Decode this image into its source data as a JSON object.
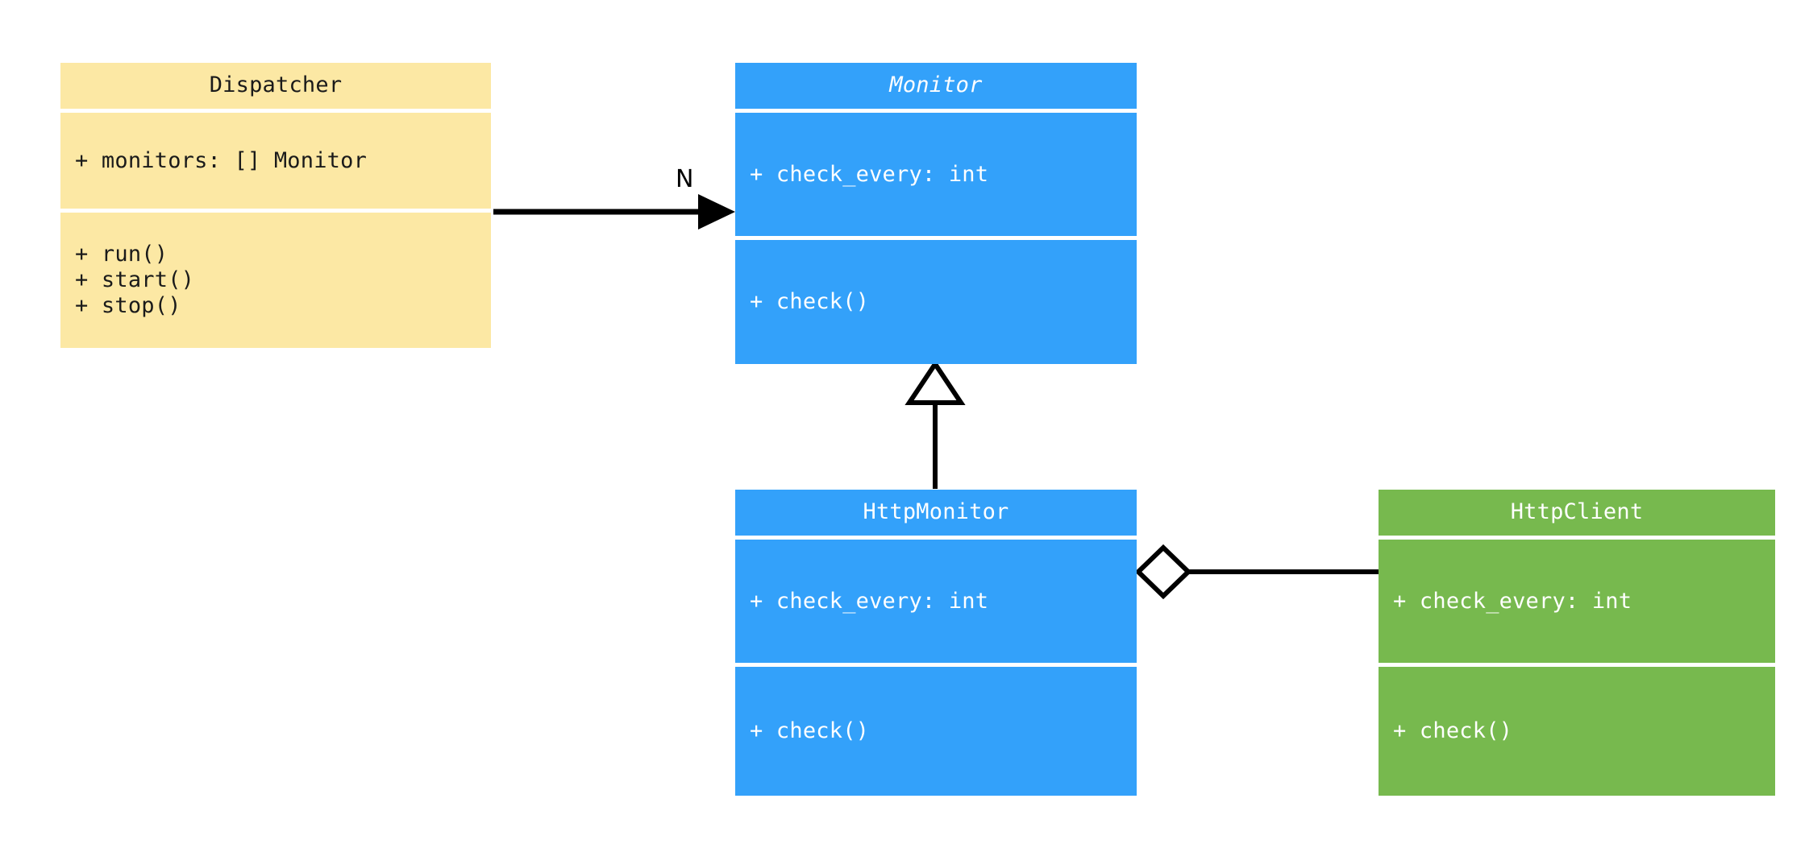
{
  "diagram": {
    "kind": "uml-class-diagram",
    "background": "#ffffff",
    "palette": {
      "yellow": "#fce8a4",
      "blue": "#33a1fa",
      "green": "#77b94e",
      "line": "#000000",
      "dark_text": "#1a1a1a",
      "light_text": "#ffffff"
    }
  },
  "classes": {
    "dispatcher": {
      "name": "Dispatcher",
      "abstract": false,
      "color": "#fce8a4",
      "attributes": [
        "+ monitors: [] Monitor"
      ],
      "methods": [
        "+ run()",
        "+ start()",
        "+ stop()"
      ]
    },
    "monitor": {
      "name": "Monitor",
      "abstract": true,
      "color": "#33a1fa",
      "attributes": [
        "+ check_every: int"
      ],
      "methods": [
        "+ check()"
      ]
    },
    "http_monitor": {
      "name": "HttpMonitor",
      "abstract": false,
      "color": "#33a1fa",
      "attributes": [
        "+ check_every: int"
      ],
      "methods": [
        "+ check()"
      ]
    },
    "http_client": {
      "name": "HttpClient",
      "abstract": false,
      "color": "#77b94e",
      "attributes": [
        "+ check_every: int"
      ],
      "methods": [
        "+ check()"
      ]
    }
  },
  "relationships": {
    "dispatcher_to_monitor": {
      "from": "Dispatcher",
      "to": "Monitor",
      "type": "association",
      "arrow": "filled-arrowhead",
      "label": "N"
    },
    "http_monitor_to_monitor": {
      "from": "HttpMonitor",
      "to": "Monitor",
      "type": "generalization",
      "arrow": "hollow-triangle",
      "label": ""
    },
    "http_monitor_to_http_client": {
      "from": "HttpMonitor",
      "to": "HttpClient",
      "type": "aggregation",
      "arrow": "hollow-diamond",
      "label": ""
    }
  }
}
